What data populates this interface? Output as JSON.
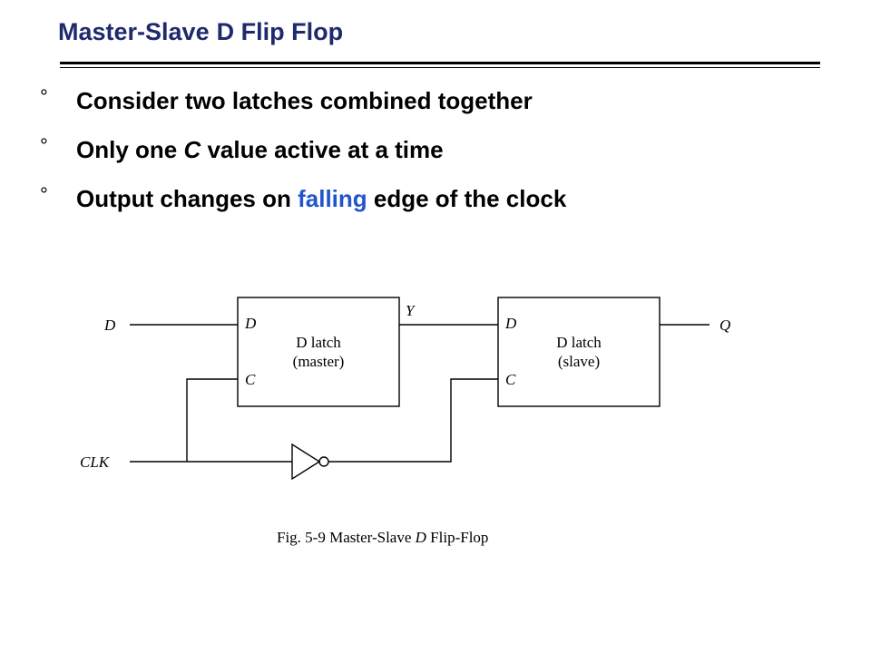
{
  "slide": {
    "title_part1": "Master-Slave",
    "title_part2": "D Flip Flop",
    "bullet_mark": "°",
    "bullets": {
      "b1": "Consider two latches combined together",
      "b2_a": "Only one ",
      "b2_c": "C",
      "b2_b": " value active at a time",
      "b3_a": "Output changes on ",
      "b3_hl": "falling",
      "b3_b": " edge of the clock"
    },
    "colors": {
      "title": "#1f2a6e",
      "accent": "#2255cc"
    }
  },
  "diagram": {
    "input_d": "D",
    "input_clk": "CLK",
    "output_q": "Q",
    "mid_y": "Y",
    "master": {
      "pin_d": "D",
      "pin_c": "C",
      "line1": "D latch",
      "line2": "(master)"
    },
    "slave": {
      "pin_d": "D",
      "pin_c": "C",
      "line1": "D latch",
      "line2": "(slave)"
    },
    "caption_a": "Fig. 5-9  Master-Slave ",
    "caption_d": "D",
    "caption_b": " Flip-Flop"
  }
}
